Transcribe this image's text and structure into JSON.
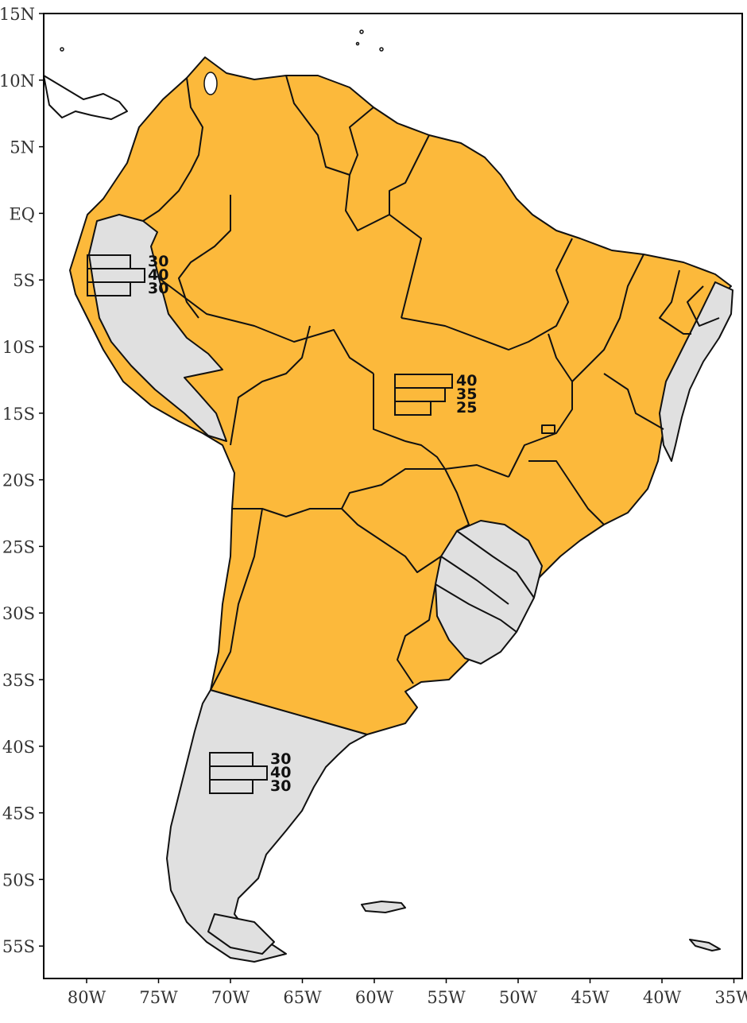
{
  "colors": {
    "orange": "#fcb93b",
    "gray": "#e0e0e0",
    "border": "#111111",
    "frame": "#000000"
  },
  "axes": {
    "lat_ticks": [
      "15N",
      "10N",
      "5N",
      "EQ",
      "5S",
      "10S",
      "15S",
      "20S",
      "25S",
      "30S",
      "35S",
      "40S",
      "45S",
      "50S",
      "55S"
    ],
    "lon_ticks": [
      "80W",
      "75W",
      "70W",
      "65W",
      "60W",
      "55W",
      "50W",
      "45W",
      "40W",
      "35W"
    ],
    "lon_range": [
      -83,
      -34
    ],
    "lat_range": [
      -57.7,
      15
    ]
  },
  "legends": [
    {
      "id": "ecuador-peru",
      "values": [
        "30",
        "40",
        "30"
      ],
      "widest": 1
    },
    {
      "id": "central-brazil",
      "values": [
        "40",
        "35",
        "25"
      ],
      "widest": 0
    },
    {
      "id": "patagonia",
      "values": [
        "30",
        "40",
        "30"
      ],
      "widest": 1
    }
  ]
}
